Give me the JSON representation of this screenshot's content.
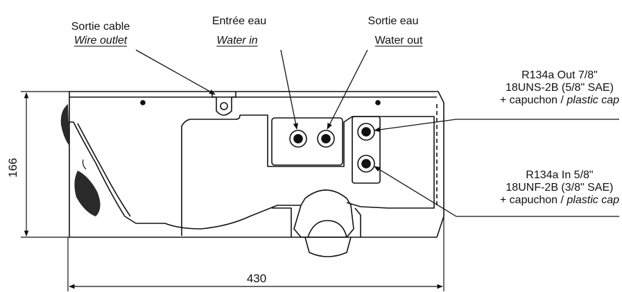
{
  "labels": {
    "wire_outlet": {
      "fr": "Sortie cable",
      "en": "Wire outlet"
    },
    "water_in": {
      "fr": "Entrée eau",
      "en": "Water in"
    },
    "water_out": {
      "fr": "Sortie eau",
      "en": "Water out"
    },
    "r134a_out": {
      "line1": "R134a Out 7/8\"",
      "line2": "18UNS-2B (5/8\" SAE)",
      "cap_prefix": "+ capuchon /",
      "cap_en": "plastic cap"
    },
    "r134a_in": {
      "line1": "R134a In 5/8\"",
      "line2": "18UNF-2B (3/8\" SAE)",
      "cap_prefix": "+ capuchon /",
      "cap_en": "plastic cap"
    }
  },
  "dimensions": {
    "height": "166",
    "width": "430"
  },
  "colors": {
    "line": "#111111",
    "background": "#ffffff",
    "shadow": "#2a2a2a"
  }
}
